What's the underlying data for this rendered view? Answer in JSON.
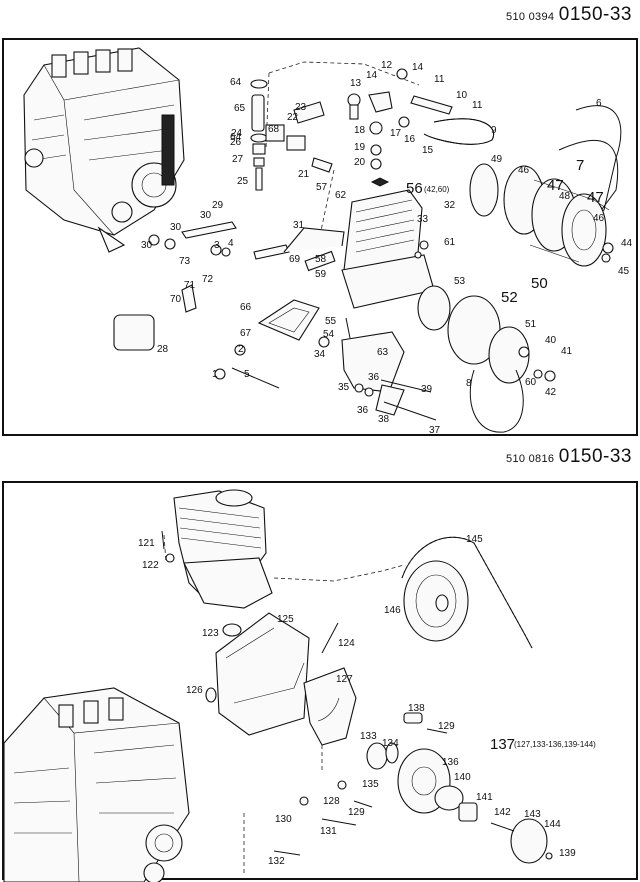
{
  "diagram_top": {
    "header_code": "510 0394",
    "header_number": "0150-33",
    "labels": [
      "1",
      "2",
      "3",
      "4",
      "5",
      "6",
      "7",
      "8",
      "9",
      "10",
      "11",
      "11",
      "12",
      "13",
      "14",
      "14",
      "15",
      "16",
      "17",
      "18",
      "19",
      "20",
      "21",
      "22",
      "23",
      "24",
      "25",
      "26",
      "27",
      "28",
      "29",
      "30",
      "30",
      "30",
      "31",
      "32",
      "33",
      "34",
      "35",
      "36",
      "36",
      "37",
      "38",
      "39",
      "40",
      "41",
      "42",
      "44",
      "45",
      "46",
      "46",
      "47",
      "47",
      "48",
      "49",
      "50",
      "51",
      "52",
      "53",
      "54",
      "55",
      "56",
      "(42,60)",
      "57",
      "58",
      "59",
      "60",
      "61",
      "62",
      "63",
      "64",
      "64",
      "65",
      "66",
      "67",
      "68",
      "69",
      "70",
      "71",
      "72",
      "73"
    ]
  },
  "diagram_bottom": {
    "header_code": "510 0816",
    "header_number": "0150-33",
    "labels": [
      "121",
      "122",
      "123",
      "124",
      "125",
      "126",
      "127",
      "128",
      "129",
      "129",
      "130",
      "131",
      "132",
      "133",
      "134",
      "135",
      "136",
      "137",
      "(127,133-136,139-144)",
      "138",
      "139",
      "140",
      "141",
      "142",
      "143",
      "144",
      "145",
      "146"
    ]
  }
}
